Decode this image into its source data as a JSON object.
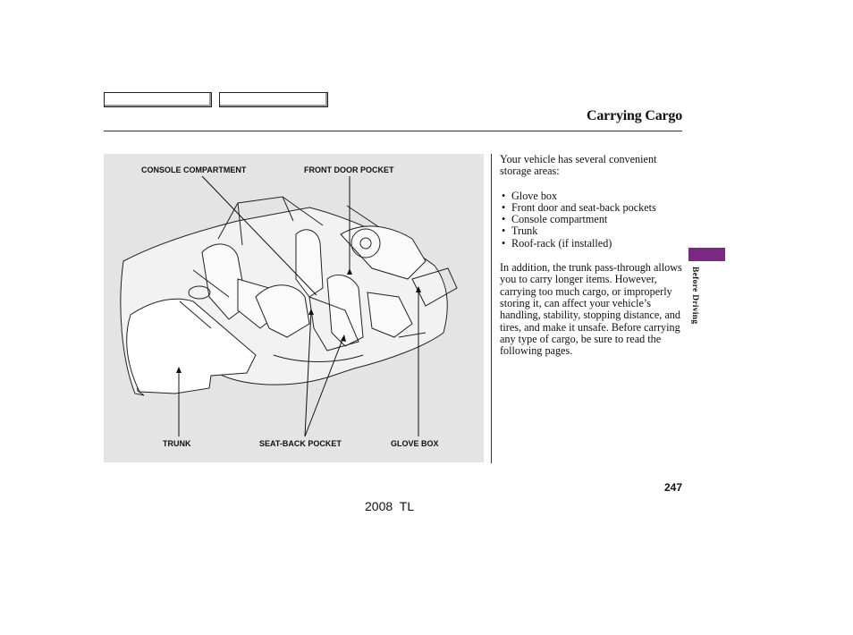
{
  "header": {
    "title": "Carrying Cargo"
  },
  "figure": {
    "callouts": {
      "console_compartment": "CONSOLE COMPARTMENT",
      "front_door_pocket": "FRONT DOOR POCKET",
      "trunk": "TRUNK",
      "seat_back_pocket": "SEAT-BACK POCKET",
      "glove_box": "GLOVE BOX"
    }
  },
  "body": {
    "intro": "Your vehicle has several convenient storage areas:",
    "bullets": [
      "Glove box",
      "Front door and seat-back pockets",
      "Console compartment",
      "Trunk",
      "Roof-rack (if installed)"
    ],
    "paragraph": "In addition, the trunk pass-through allows you to carry longer items. However, carrying too much cargo, or improperly storing it, can affect your vehicle’s handling, stability, stopping distance, and tires, and make it unsafe. Before carrying any type of cargo, be sure to read the following pages."
  },
  "sidebar": {
    "section_label": "Before Driving",
    "tab_color": "#7b2a82"
  },
  "footer": {
    "page_number": "247",
    "model": "2008  TL"
  }
}
